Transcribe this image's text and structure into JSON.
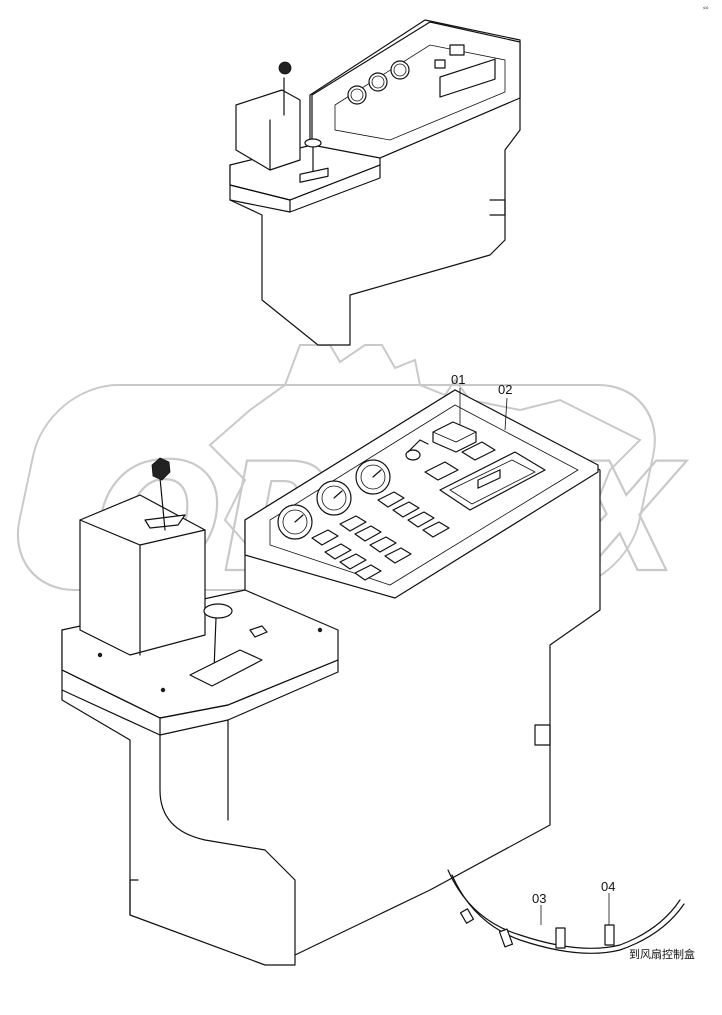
{
  "part_labels": {
    "p01": "01",
    "p02": "02",
    "p03": "03",
    "p04": "04"
  },
  "destination_note": "到风扇控制盒",
  "corner_mark": "⸗⸗",
  "watermark": {
    "text": "ORDEX",
    "color": "#c9c9c9"
  }
}
